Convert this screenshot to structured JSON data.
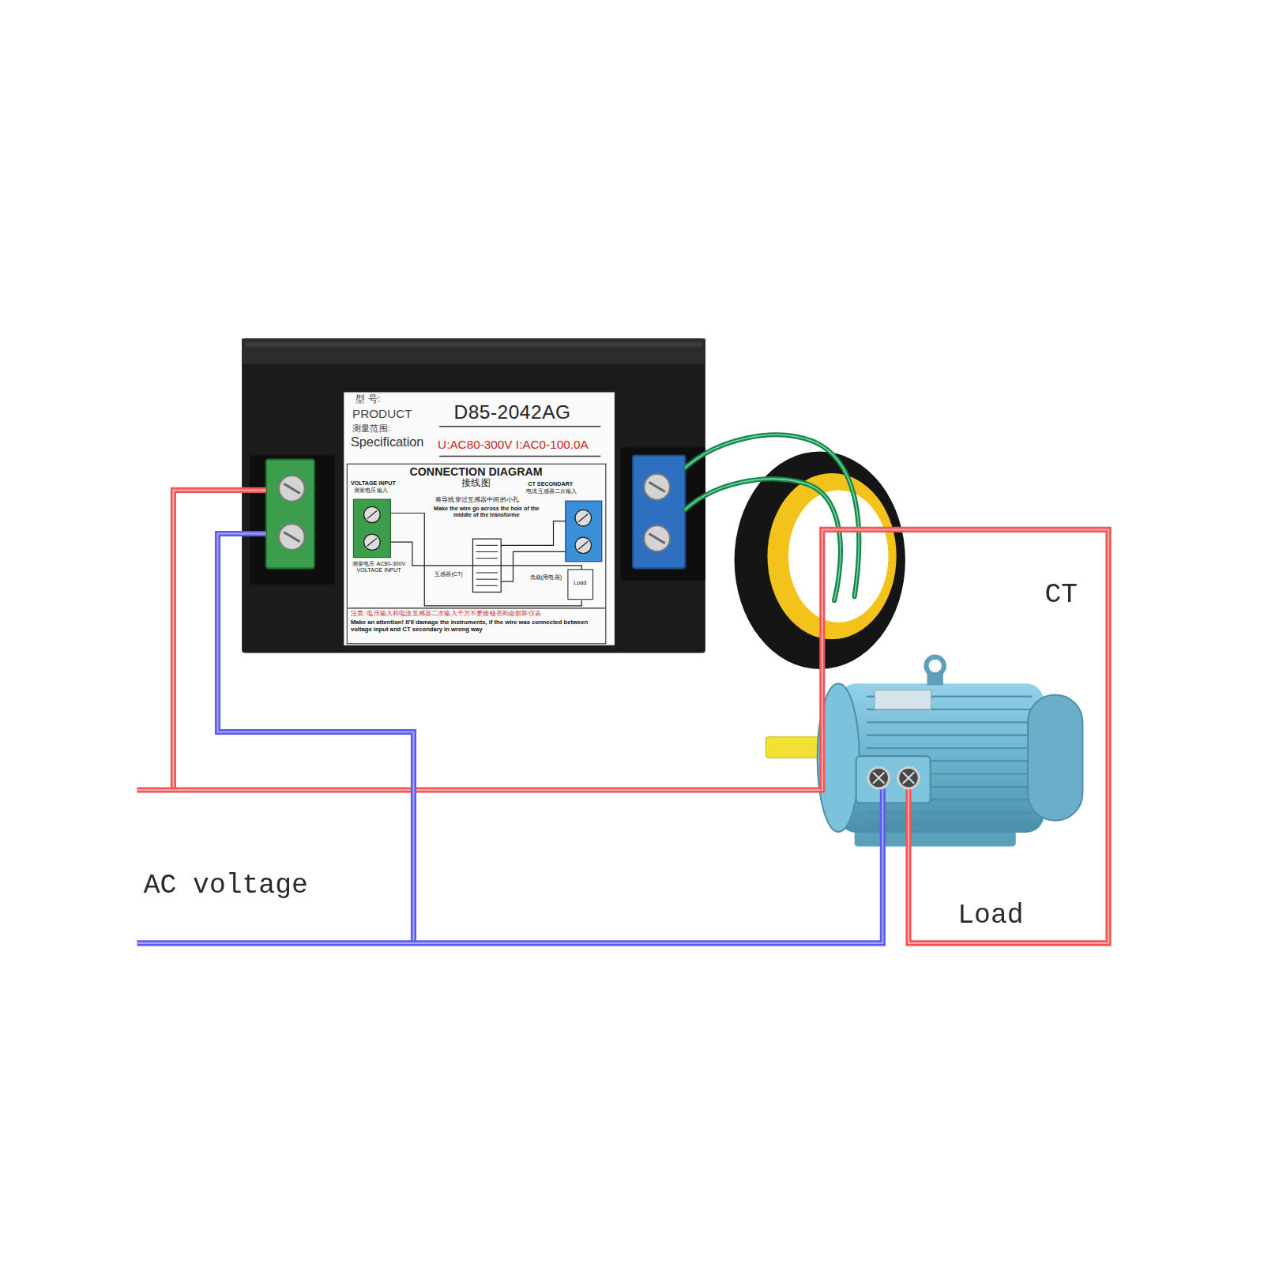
{
  "diagram": {
    "nodes": [
      {
        "text": [
          "型 号:",
          "PRODUCT",
          "测量范围:",
          "Specification",
          "D85-2042AG",
          "U:AC80-300V I:AC0-100.0A"
        ]
      },
      {
        "text": [
          "CONNECTION DIAGRAM",
          "接线图",
          "VOLTAGE INPUT",
          "测量电压输入",
          "CT SECONDARY",
          "电流互感器二次输入",
          "将导线穿过互感器中间的小孔",
          "Make the wire go across the hole of the middle of the transforme",
          "互感器(CT)",
          "负载(用电器)",
          "测量电压 AC80-300V VOLTAGE INPUT",
          "注意: 电压输入和电流互感器二次输入千万不要接错否则会损坏仪表",
          "Make an attention! It'll damage the instruments, if the wire was connected between voltage input and CT secondary in wrong way"
        ],
        "in": 0
      },
      {
        "text": [
          "Load"
        ],
        "in": 1
      }
    ],
    "labels": [
      "CT",
      "Load",
      "AC voltage"
    ]
  }
}
